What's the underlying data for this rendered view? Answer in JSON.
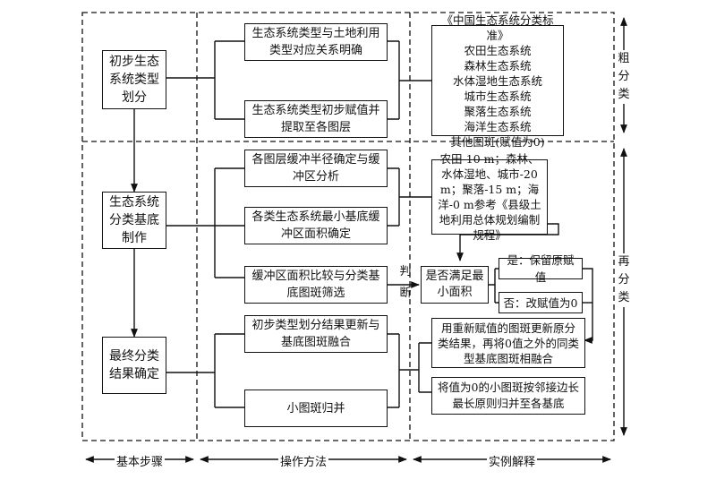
{
  "steps": {
    "initial": "初步生态系统类型划分",
    "base": "生态系统分类基底制作",
    "final": "最终分类结果确定"
  },
  "methods": {
    "m1": "生态系统类型与土地利用类型对应关系明确",
    "m2": "生态系统类型初步赋值并提取至各图层",
    "m3": "各图层缓冲半径确定与缓冲区分析",
    "m4": "各类生态系统最小基底缓冲区面积确定",
    "m5": "缓冲区面积比较与分类基底图斑筛选",
    "m6": "初步类型划分结果更新与基底图斑融合",
    "m7": "小图斑归并"
  },
  "examples": {
    "standard": {
      "title": "《中国生态系统分类标准》",
      "items": [
        "农田生态系统",
        "森林生态系统",
        "水体湿地生态系统",
        "城市生态系统",
        "聚落生态系统",
        "海洋生态系统",
        "其他图斑(赋值为0)"
      ]
    },
    "buffer": "农田-10 m；森林、水体湿地、城市-20 m；聚落-15 m；海洋-0 m参考《县级土地利用总体规划编制规程》",
    "decision": "是否满足最小面积",
    "yes": "是：保留原赋值",
    "no": "否：改赋值为0",
    "update": "用重新赋值的图斑更新原分类结果，再将0值之外的同类型基底图斑相融合",
    "merge": "将值为0的小图斑按邻接边长最长原则归并至各基底"
  },
  "judge_label": "判断",
  "phases": {
    "rough": "粗分类",
    "re": "再分类"
  },
  "columns": {
    "steps": "基本步骤",
    "methods": "操作方法",
    "examples": "实例解释"
  }
}
